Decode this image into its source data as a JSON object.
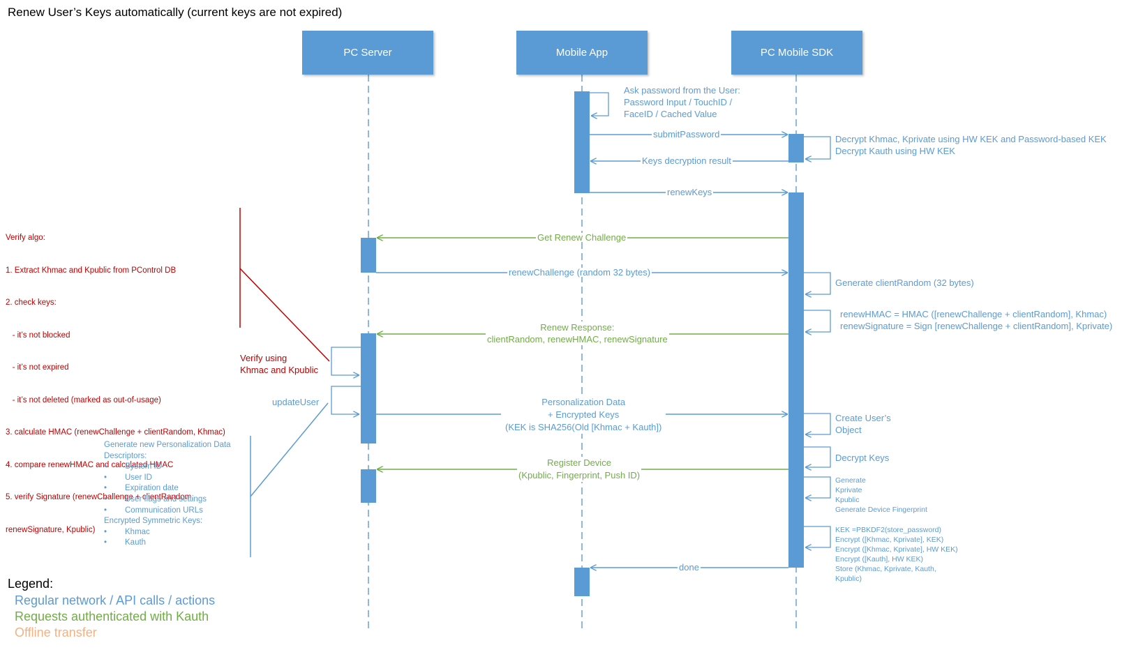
{
  "title": "Renew User’s Keys automatically (current keys are not expired)",
  "actors": {
    "server": "PC Server",
    "app": "Mobile App",
    "sdk": "PC Mobile SDK"
  },
  "messages": {
    "ask_password": [
      "Ask password from the User:",
      "Password Input / TouchID /",
      "FaceID / Cached Value"
    ],
    "submit_password": "submitPassword",
    "decrypt_notes": [
      "Decrypt Khmac, Kprivate using HW KEK and Password-based KEK",
      "Decrypt Kauth using HW KEK"
    ],
    "keys_result": "Keys decryption result",
    "renew_keys": "renewKeys",
    "get_renew_challenge": "Get Renew Challenge",
    "renew_challenge": "renewChallenge (random 32 bytes)",
    "generate_client_random": "Generate clientRandom (32 bytes)",
    "hmac_notes": [
      "renewHMAC = HMAC ([renewChallenge + clientRandom], Khmac)",
      "renewSignature = Sign [renewChallenge + clientRandom], Kprivate)"
    ],
    "renew_response": [
      "Renew Response:",
      "clientRandom, renewHMAC, renewSignature"
    ],
    "verify_using": [
      "Verify using",
      "Khmac and Kpublic"
    ],
    "update_user": "updateUser",
    "personalization": [
      "Personalization Data",
      "+ Encrypted Keys",
      "(KEK is SHA256(Old [Khmac + Kauth])"
    ],
    "create_user_object": [
      "Create User’s",
      "Object"
    ],
    "decrypt_keys": "Decrypt Keys",
    "register_device": [
      "Register Device",
      "(Kpublic, Fingerprint, Push ID)"
    ],
    "generate_notes": [
      "Generate",
      "Kprivate",
      "Kpublic",
      "Generate Device Fingerprint"
    ],
    "kek_notes": [
      "KEK =PBKDF2(store_password)",
      "Encrypt ([Khmac, Kprivate], KEK)",
      "Encrypt ([Khmac, Kprivate], HW KEK)",
      "Encrypt ([Kauth], HW KEK)",
      "Store (Khmac, Kprivate, Kauth,",
      "Kpublic)"
    ],
    "done": "done"
  },
  "verify_algo": [
    "Verify algo:",
    "1. Extract Khmac and Kpublic from PControl DB",
    "2. check keys:",
    "   - it’s not blocked",
    "   - it’s not expired",
    "   - it’s not deleted (marked as out-of-usage)",
    "3. calculate HMAC (renewChallenge + clientRandom, Khmac)",
    "4. compare renewHMAC and calculated HMAC",
    "5. verify Signature (renewChallenge + clientRandom,",
    "renewSignature, Kpublic)"
  ],
  "personalization_list": {
    "lines": [
      "Generate new Personalization Data",
      "Descriptors:"
    ],
    "items": [
      "System ID",
      "User ID",
      "Expiration date",
      "User flags and settings",
      "Communication URLs"
    ],
    "enc_heading": "Encrypted Symmetric Keys:",
    "enc_items": [
      "Khmac",
      "Kauth"
    ],
    "bullet": "•"
  },
  "legend": {
    "heading": "Legend:",
    "items": [
      {
        "label": "Regular network / API calls / actions",
        "color": "#5B9BD5"
      },
      {
        "label": "Requests authenticated with Kauth",
        "color": "#70AD47"
      },
      {
        "label": "Offline transfer",
        "color": "#F4B183"
      }
    ]
  },
  "colors": {
    "blue": "#5B9BD5",
    "green": "#70AD47",
    "red": "#C00000",
    "orange": "#F4B183"
  }
}
